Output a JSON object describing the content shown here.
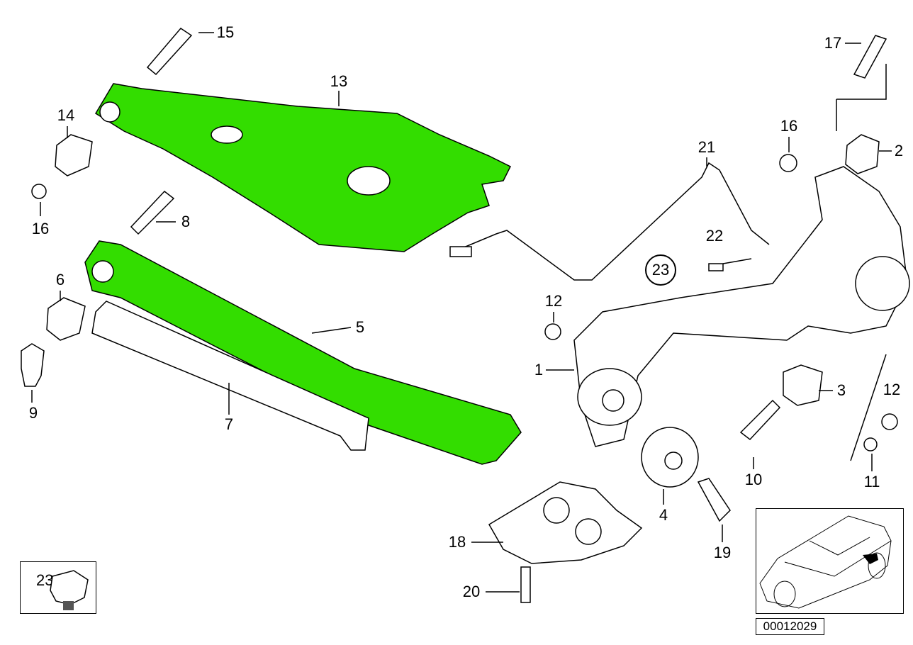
{
  "diagram": {
    "callouts": {
      "c15": "15",
      "c13": "13",
      "c14": "14",
      "c16a": "16",
      "c8": "8",
      "c6": "6",
      "c9": "9",
      "c5": "5",
      "c7": "7",
      "c17": "17",
      "c16b": "16",
      "c21": "21",
      "c2": "2",
      "c22": "22",
      "c23": "23",
      "c12a": "12",
      "c1": "1",
      "c3": "3",
      "c12b": "12",
      "c10": "10",
      "c11": "11",
      "c4": "4",
      "c19": "19",
      "c18": "18",
      "c20": "20",
      "c23inset": "23"
    },
    "diagram_id": "00012029",
    "colors": {
      "highlight": "#33dd00",
      "line": "#000000"
    }
  }
}
